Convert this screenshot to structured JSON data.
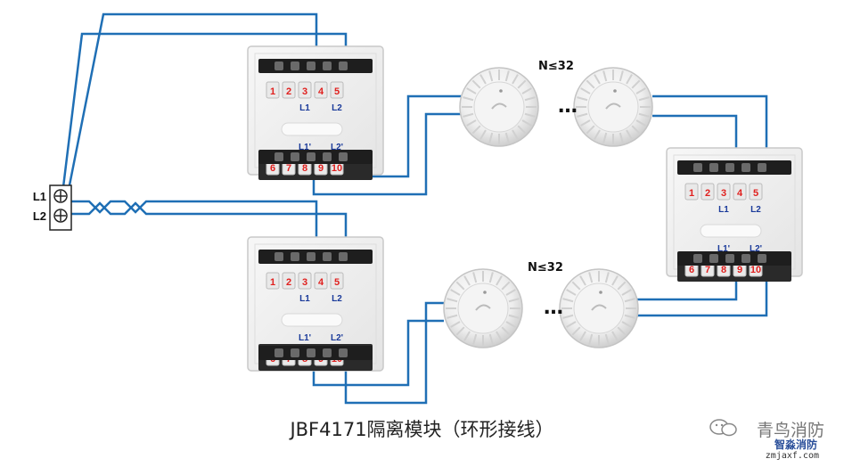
{
  "terminal_input": {
    "labels": [
      "L1",
      "L2"
    ]
  },
  "module": {
    "top_numbers": [
      "1",
      "2",
      "3",
      "4",
      "5"
    ],
    "bottom_numbers": [
      "6",
      "7",
      "8",
      "9",
      "10"
    ],
    "top_line_labels": [
      "L1",
      "L2"
    ],
    "bottom_line_labels": [
      "L1'",
      "L2'"
    ]
  },
  "loops": [
    {
      "count_label": "N≤32",
      "ellipsis": "…"
    },
    {
      "count_label": "N≤32",
      "ellipsis": "…"
    }
  ],
  "caption": "JBF4171隔离模块（环形接线）",
  "watermark": {
    "brand": "青鸟消防",
    "site_name": "智淼消防",
    "site_url": "zmjaxf.com"
  },
  "colors": {
    "wire": "#1f6fb5",
    "number_red": "#e0201e",
    "label_blue": "#1a3a9a"
  }
}
